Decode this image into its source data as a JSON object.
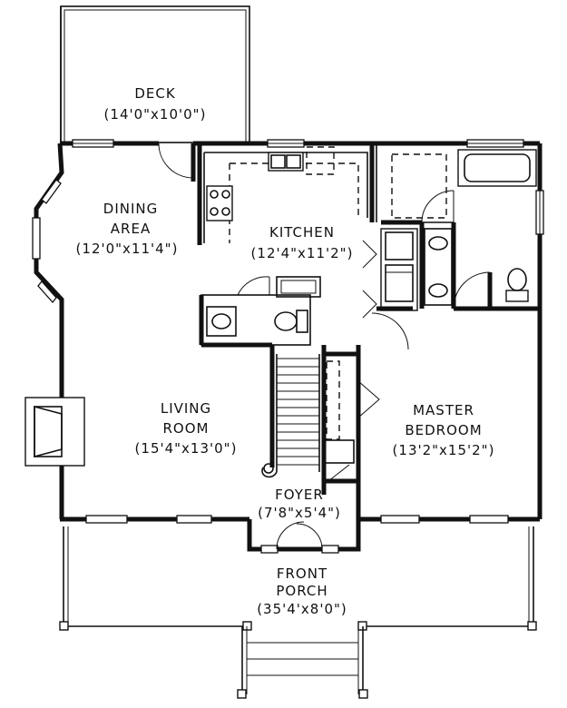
{
  "rooms": {
    "deck": {
      "name": "DECK",
      "size": "(14'0\"x10'0\")"
    },
    "dining": {
      "name_line1": "DINING",
      "name_line2": "AREA",
      "size": "(12'0\"x11'4\")"
    },
    "kitchen": {
      "name": "KITCHEN",
      "size": "(12'4\"x11'2\")"
    },
    "living": {
      "name_line1": "LIVING",
      "name_line2": "ROOM",
      "size": "(15'4\"x13'0\")"
    },
    "master": {
      "name_line1": "MASTER",
      "name_line2": "BEDROOM",
      "size": "(13'2\"x15'2\")"
    },
    "foyer": {
      "name": "FOYER",
      "size": "(7'8\"x5'4\")"
    },
    "porch": {
      "name_line1": "FRONT",
      "name_line2": "PORCH",
      "size": "(35'4'x8'0\")"
    }
  }
}
